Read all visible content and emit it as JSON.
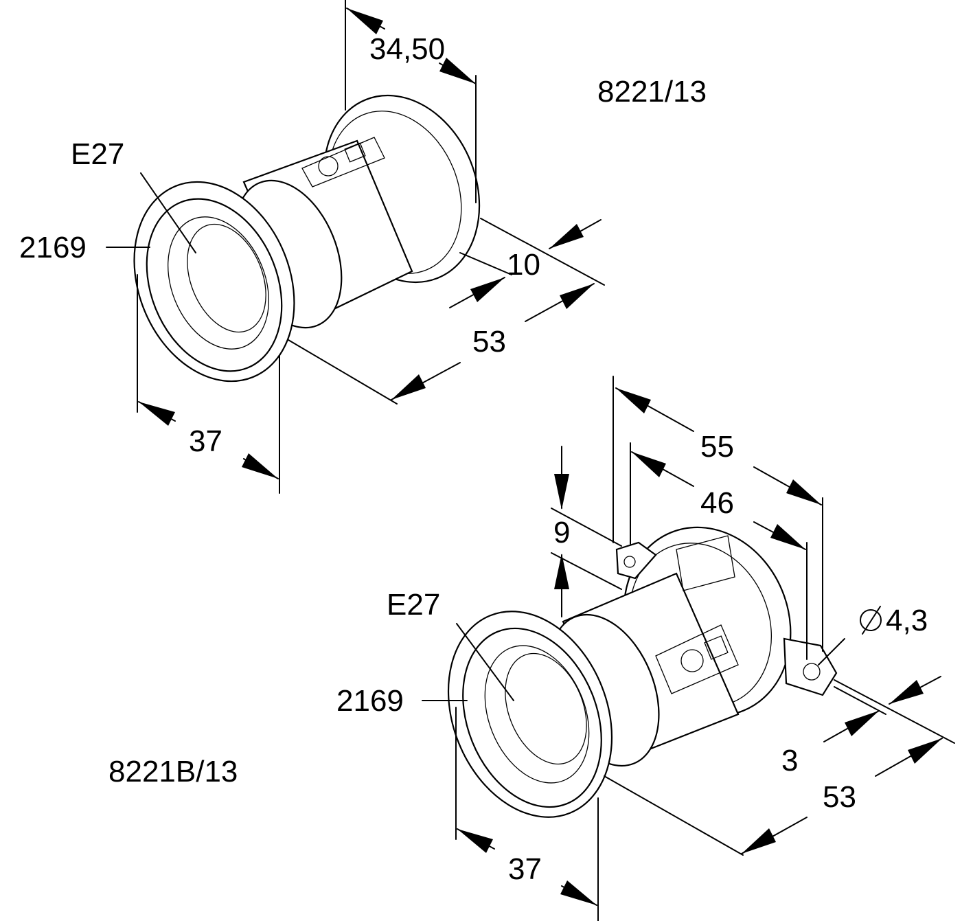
{
  "top_part": {
    "part_number": "8221/13",
    "labels": {
      "thread": "E27",
      "ref": "2169"
    },
    "dims": {
      "d1": "34,50",
      "d2": "10",
      "d3": "53",
      "d4": "37"
    }
  },
  "bottom_part": {
    "part_number": "8221B/13",
    "labels": {
      "thread": "E27",
      "ref": "2169",
      "hole": "4,3"
    },
    "dims": {
      "d1": "55",
      "d2": "46",
      "d3": "9",
      "d4": "3",
      "d5": "53",
      "d6": "37"
    }
  }
}
